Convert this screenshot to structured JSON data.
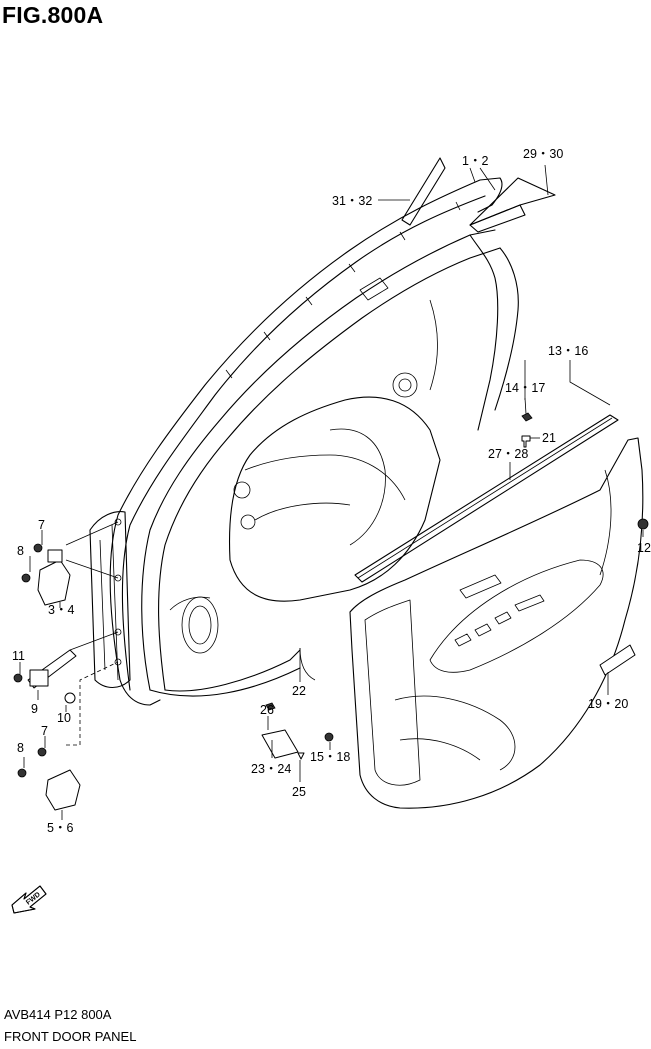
{
  "figure": {
    "title": "FIG.800A",
    "code": "AVB414 P12 800A",
    "name": "FRONT DOOR PANEL"
  },
  "callouts": {
    "c1": "1・2",
    "c2": "29・30",
    "c3": "31・32",
    "c4": "13・16",
    "c5": "14・17",
    "c6": "21",
    "c7": "27・28",
    "c8": "12",
    "c9": "7",
    "c10": "8",
    "c11": "3・4",
    "c12": "11",
    "c13": "9",
    "c14": "10",
    "c15": "7",
    "c16": "8",
    "c17": "5・6",
    "c18": "22",
    "c19": "26",
    "c20": "23・24",
    "c21": "25",
    "c22": "15・18",
    "c23": "19・20"
  },
  "fwd_arrow": {
    "label": "FWD",
    "icon": "fwd-arrow-icon"
  }
}
